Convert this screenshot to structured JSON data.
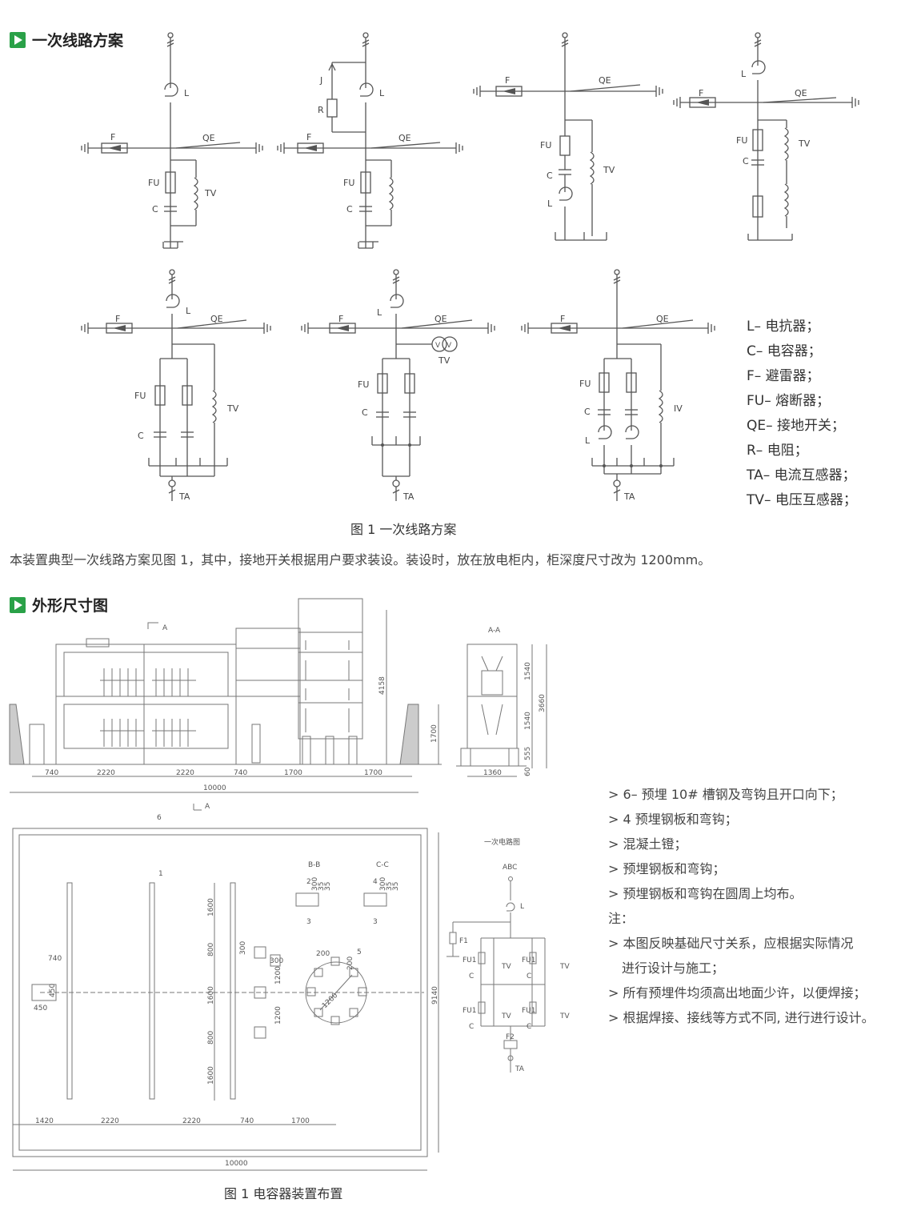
{
  "section1": {
    "title": "一次线路方案"
  },
  "section2": {
    "title": "外形尺寸图"
  },
  "caption1": "图 1  一次线路方案",
  "paragraph": "本装置典型一次线路方案见图 1，其中，接地开关根据用户要求装设。装设时，放在放电柜内，柜深度尺寸改为 1200mm。",
  "caption2": "图 1  电容器装置布置",
  "labels": {
    "L": "L",
    "F": "F",
    "QE": "QE",
    "FU": "FU",
    "C": "C",
    "TV": "TV",
    "J": "J",
    "R": "R",
    "TA": "TA",
    "IV": "IV",
    "A": "A",
    "AA": "A-A",
    "BB": "B-B",
    "CC": "C-C",
    "ABC": "ABC",
    "F1": "F1",
    "F2": "F2",
    "FU1": "FU1",
    "primary_circuit": "一次电路图"
  },
  "legend": [
    "L– 电抗器；",
    "C– 电容器；",
    "F– 避雷器；",
    "FU– 熔断器；",
    "QE– 接地开关；",
    "R– 电阻；",
    "TA– 电流互感器；",
    "TV– 电压互感器；"
  ],
  "notes": [
    "> 6– 预埋 10# 槽钢及弯钩且开口向下；",
    "> 4 预埋钢板和弯钩；",
    "> 混凝土镫；",
    "> 预埋钢板和弯钩；",
    "> 预埋钢板和弯钩在圆周上均布。",
    "注：",
    "> 本图反映基础尺寸关系，应根据实际情况",
    "进行设计与施工；",
    "> 所有预埋件均须高出地面少许，以便焊接；",
    "> 根据焊接、接线等方式不同, 进行进行设计。"
  ],
  "dims": {
    "elev_bottom": [
      "740",
      "2220",
      "2220",
      "740",
      "1700",
      "1700"
    ],
    "elev_total": "10000",
    "elev_h1": "4158",
    "elev_h2": "1700",
    "aa_h": [
      "1540",
      "1540",
      "555",
      "60"
    ],
    "aa_total_h": "3660",
    "aa_w": "1360",
    "plan_bottom": [
      "1420",
      "2220",
      "2220",
      "740",
      "1700"
    ],
    "plan_total": "10000",
    "plan_h": "9140",
    "plan_v": [
      "1600",
      "800",
      "1600",
      "800",
      "1600"
    ],
    "plan_misc": [
      "740",
      "450",
      "450",
      "300",
      "300",
      "1200",
      "1200",
      "200",
      "1200",
      "200"
    ],
    "bb": [
      "300",
      "35",
      "35"
    ],
    "cc": [
      "300",
      "35",
      "35"
    ],
    "marks": [
      "1",
      "2",
      "3",
      "4",
      "5",
      "6"
    ]
  }
}
